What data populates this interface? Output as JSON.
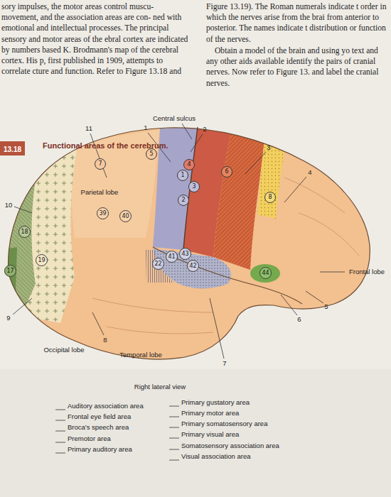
{
  "diagram": {
    "title": "Functional areas of the cerebrum.",
    "nodes": [
      {
        "text": [
          "13.18"
        ]
      },
      {
        "text": [
          "5"
        ]
      },
      {
        "text": [
          "7"
        ]
      },
      {
        "text": [
          "4"
        ]
      },
      {
        "text": [
          "1"
        ]
      },
      {
        "text": [
          "6"
        ]
      },
      {
        "text": [
          "3"
        ]
      },
      {
        "text": [
          "2"
        ]
      },
      {
        "text": [
          "8"
        ]
      },
      {
        "text": [
          "39"
        ]
      },
      {
        "text": [
          "40"
        ]
      },
      {
        "text": [
          "18"
        ]
      },
      {
        "text": [
          "19"
        ]
      },
      {
        "text": [
          "43"
        ]
      },
      {
        "text": [
          "41"
        ]
      },
      {
        "text": [
          "22"
        ]
      },
      {
        "text": [
          "17"
        ]
      },
      {
        "text": [
          "42"
        ]
      },
      {
        "text": [
          "44"
        ]
      }
    ],
    "labels": [
      "sory impulses, the motor areas control muscu- movement, and the association areas are con- ned with emotional and intellectual processes. The principal sensory and motor areas of the ebral cortex are indicated by numbers based K. Brodmann's map of the cerebral cortex. His p, first published in 1909, attempts to correlate cture and function. Refer to Figure 13.18 and",
      "Figure 13.19). The Roman numerals indicate t order in which the nerves arise from the brai from anterior to posterior. The names indicate t distribution or function of the nerves.",
      "Obtain a model of the brain and using yo text and any other aids available identify the pairs of cranial nerves. Now refer to Figure 13. and label the cranial nerves.",
      "11",
      "1",
      "Central sulcus",
      "2",
      "3",
      "4",
      "Parietal lobe",
      "10",
      "Frontal lobe",
      "9",
      "Occipital lobe",
      "8",
      "Temporal lobe",
      "7",
      "6",
      "5",
      "Right lateral view",
      "Auditory association area",
      "Frontal eye field area",
      "Broca's speech area",
      "Premotor area",
      "Primary auditory area",
      "Primary gustatory area",
      "Primary motor area",
      "Primary somatosensory area",
      "Primary visual area",
      "Somatosensory association area",
      "Visual association area"
    ]
  }
}
